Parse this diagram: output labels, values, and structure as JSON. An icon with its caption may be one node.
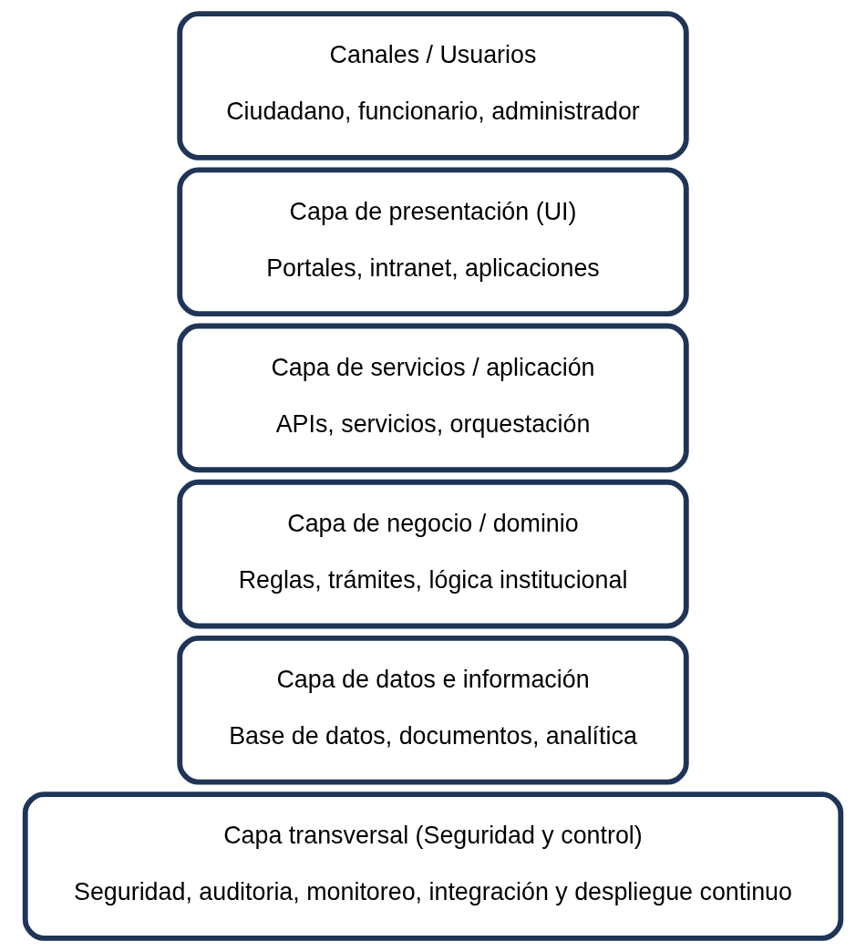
{
  "diagram": {
    "nodes": [
      {
        "text": [
          "Canales / Usuarios",
          "Ciudadano, funcionario, administrador"
        ]
      },
      {
        "text": [
          "Capa de presentación (UI)",
          "Portales, intranet, aplicaciones"
        ]
      },
      {
        "text": [
          "Capa de servicios / aplicación",
          "APIs, servicios, orquestación"
        ]
      },
      {
        "text": [
          "Capa de negocio / dominio",
          "Reglas, trámites, lógica institucional"
        ]
      },
      {
        "text": [
          "Capa de datos e información",
          "Base de datos, documentos, analítica"
        ]
      },
      {
        "text": [
          "Capa transversal (Seguridad y control)",
          "Seguridad, auditoria, monitoreo, integración y despliegue continuo"
        ]
      }
    ]
  }
}
